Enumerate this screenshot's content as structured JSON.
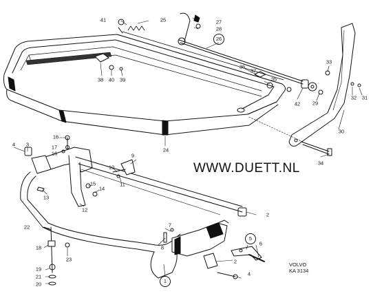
{
  "watermark": "WWW.DUETT.NL",
  "brand": {
    "line1": "VOLVO",
    "line2": "KA 3134"
  },
  "callouts": [
    {
      "id": "41",
      "text": "41"
    },
    {
      "id": "25",
      "text": "25"
    },
    {
      "id": "27",
      "text": "27"
    },
    {
      "id": "28",
      "text": "28"
    },
    {
      "id": "26",
      "text": "26",
      "circled": true
    },
    {
      "id": "38",
      "text": "38"
    },
    {
      "id": "40",
      "text": "40"
    },
    {
      "id": "39",
      "text": "39"
    },
    {
      "id": "36",
      "text": "36"
    },
    {
      "id": "37",
      "text": "37"
    },
    {
      "id": "35",
      "text": "35"
    },
    {
      "id": "33",
      "text": "33"
    },
    {
      "id": "42",
      "text": "42"
    },
    {
      "id": "29",
      "text": "29"
    },
    {
      "id": "32",
      "text": "32"
    },
    {
      "id": "31",
      "text": "31"
    },
    {
      "id": "30",
      "text": "30"
    },
    {
      "id": "24",
      "text": "24"
    },
    {
      "id": "34",
      "text": "34"
    },
    {
      "id": "4a",
      "text": "4"
    },
    {
      "id": "3",
      "text": "3"
    },
    {
      "id": "16a",
      "text": "16"
    },
    {
      "id": "17",
      "text": "17"
    },
    {
      "id": "16b",
      "text": "16"
    },
    {
      "id": "9",
      "text": "9"
    },
    {
      "id": "10",
      "text": "10"
    },
    {
      "id": "11",
      "text": "11"
    },
    {
      "id": "15",
      "text": "15"
    },
    {
      "id": "14",
      "text": "14"
    },
    {
      "id": "13",
      "text": "13"
    },
    {
      "id": "12",
      "text": "12"
    },
    {
      "id": "2a",
      "text": "2"
    },
    {
      "id": "22",
      "text": "22"
    },
    {
      "id": "7",
      "text": "7"
    },
    {
      "id": "8",
      "text": "8"
    },
    {
      "id": "5",
      "text": "5",
      "circled": true
    },
    {
      "id": "6",
      "text": "6"
    },
    {
      "id": "18",
      "text": "18"
    },
    {
      "id": "23",
      "text": "23"
    },
    {
      "id": "2b",
      "text": "2"
    },
    {
      "id": "4b",
      "text": "4"
    },
    {
      "id": "19",
      "text": "19"
    },
    {
      "id": "21",
      "text": "21"
    },
    {
      "id": "20",
      "text": "20"
    },
    {
      "id": "1",
      "text": "1",
      "circled": true
    }
  ]
}
